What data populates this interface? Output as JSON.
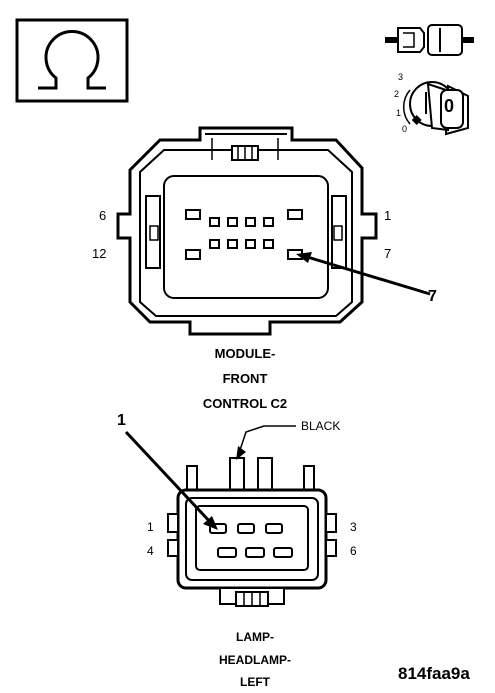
{
  "figure_id": "814faa9a",
  "ohm_symbol": "Ω",
  "key_icon": {
    "positions": [
      "3",
      "2",
      "1",
      "0"
    ],
    "label": "0"
  },
  "module_connector": {
    "caption_lines": [
      "MODULE-",
      "FRONT",
      "CONTROL C2"
    ],
    "pin_top_left": "6",
    "pin_top_right": "1",
    "pin_bottom_left": "12",
    "pin_bottom_right": "7",
    "callout": "7"
  },
  "lamp_connector": {
    "caption_lines": [
      "LAMP-",
      "HEADLAMP-",
      "LEFT"
    ],
    "color_label": "BLACK",
    "pin_top_left": "1",
    "pin_top_right": "3",
    "pin_bottom_left": "4",
    "pin_bottom_right": "6",
    "callout": "1"
  }
}
